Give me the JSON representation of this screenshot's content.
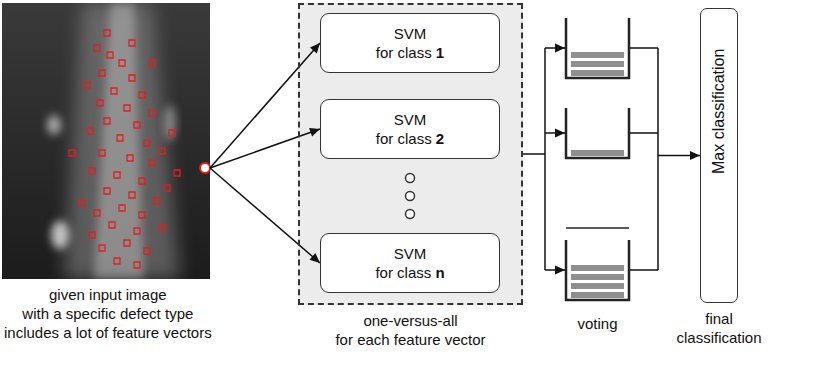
{
  "diagram": {
    "nodes": [
      {
        "text": [
          "given input image with a specific defect type includes a lot of feature vectors"
        ]
      },
      {
        "text": [
          "one-versus-all for each feature vector"
        ]
      },
      {
        "text": [
          "SVM for class 1"
        ],
        "in": 1
      },
      {
        "text": [
          "SVM for class 2"
        ],
        "in": 1
      },
      {
        "text": [
          "SVM for class n"
        ],
        "in": 1
      },
      {
        "text": [
          "voting"
        ]
      },
      {
        "text": [
          "Max classification",
          "final classification"
        ]
      }
    ],
    "edges": [
      {
        "from": 0,
        "to": 2,
        "arrow": "to"
      },
      {
        "from": 0,
        "to": 3,
        "arrow": "to"
      },
      {
        "from": 0,
        "to": 4,
        "arrow": "to"
      },
      {
        "from": 1,
        "to": 5,
        "arrow": "to"
      },
      {
        "from": 5,
        "to": 6,
        "arrow": "to"
      }
    ]
  }
}
